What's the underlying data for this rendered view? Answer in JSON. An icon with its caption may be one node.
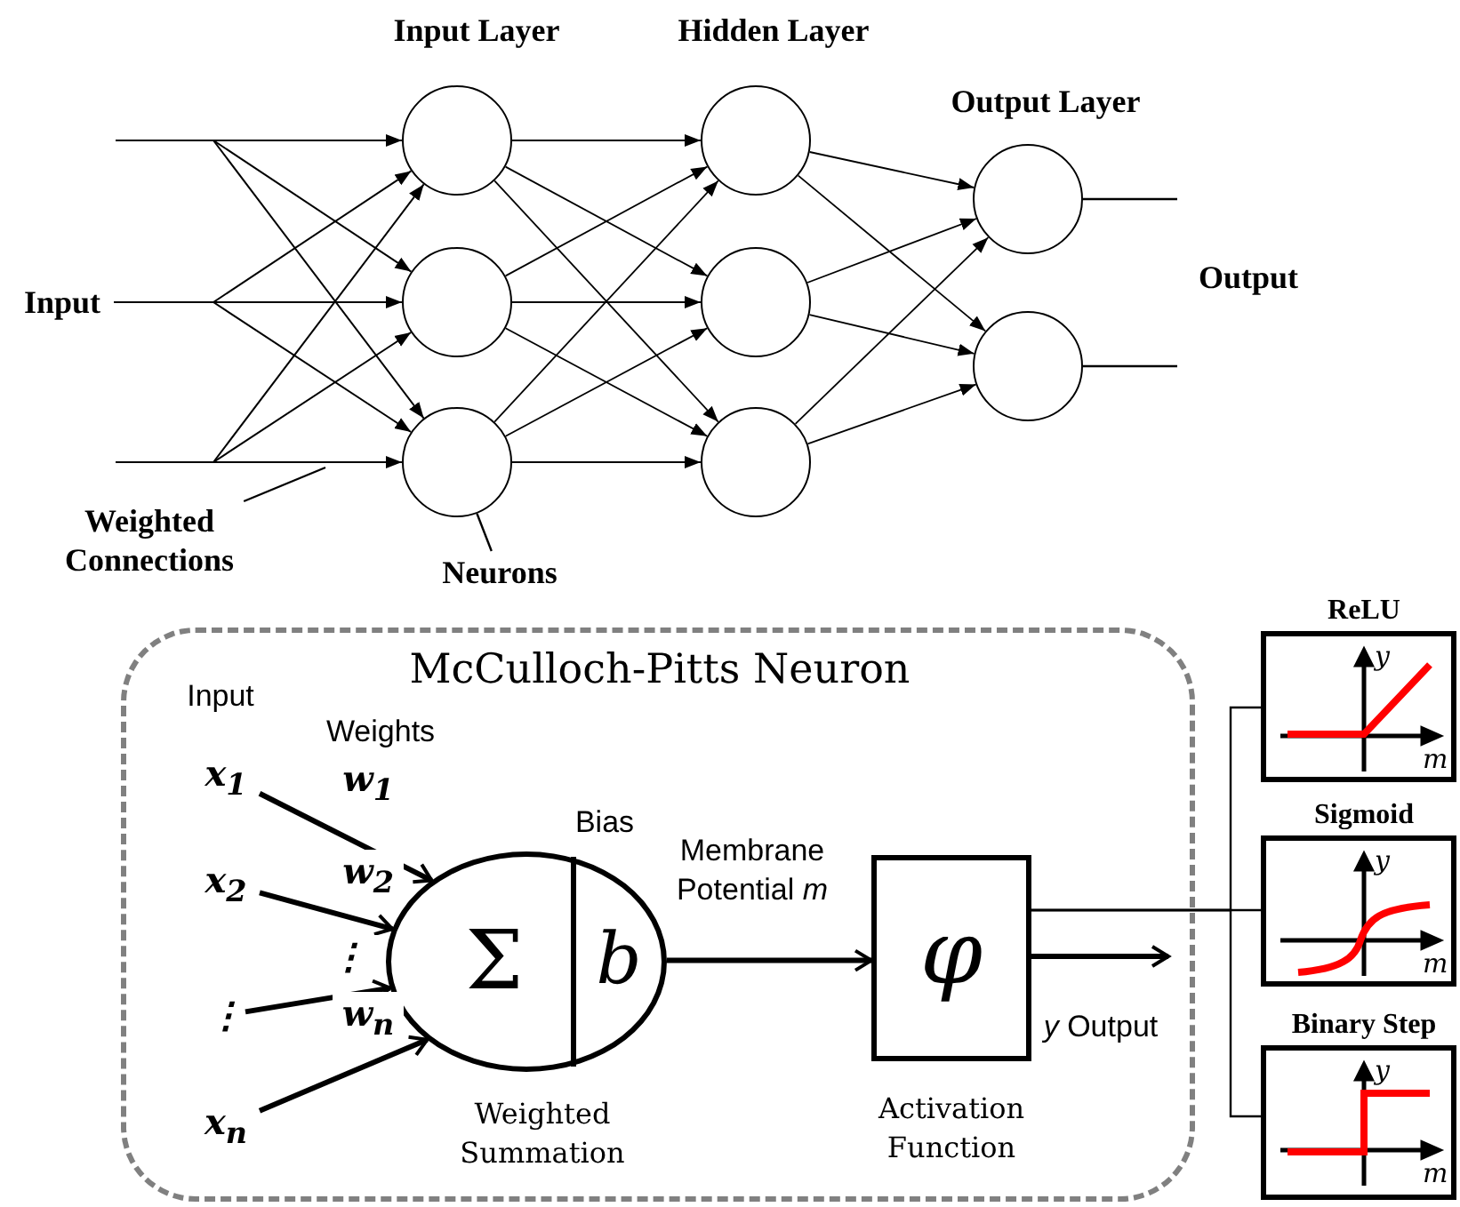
{
  "diagram": {
    "nodes": [
      {
        "text": [],
        "shape": "circle"
      },
      {
        "text": [],
        "shape": "circle"
      },
      {
        "text": [],
        "shape": "circle"
      },
      {
        "text": [],
        "shape": "circle"
      },
      {
        "text": [],
        "shape": "circle"
      },
      {
        "text": [],
        "shape": "circle"
      },
      {
        "text": [],
        "shape": "circle"
      },
      {
        "text": [],
        "shape": "circle"
      },
      {
        "text": [
          "Weighted Connections"
        ]
      },
      {
        "text": [
          "Neurons"
        ]
      },
      {
        "text": [
          "McCulloch-Pitts Neuron"
        ]
      },
      {
        "text": [
          "x$_{1}$"
        ],
        "in": 10
      },
      {
        "text": [
          "x$_{2}$"
        ],
        "in": 10
      },
      {
        "text": [
          "⋮"
        ],
        "in": 10
      },
      {
        "text": [
          "x$_{n}$"
        ],
        "in": 10
      },
      {
        "text": [
          "Σ",
          "b"
        ],
        "beside": [
          "Bias",
          "Weighted Summation"
        ],
        "in": 10
      },
      {
        "text": [
          "φ"
        ],
        "beside": [
          "Activation Function"
        ],
        "in": 10
      },
      {
        "text": [
          "ReLU",
          "y",
          "m"
        ]
      },
      {
        "text": [
          "Sigmoid",
          "y",
          "m"
        ]
      },
      {
        "text": [
          "Binary Step",
          "y",
          "m"
        ]
      },
      {
        "text": [
          "Input"
        ]
      }
    ],
    "edges": [
      {
        "from": null,
        "to": 0,
        "arrow": "to"
      },
      {
        "from": null,
        "to": 1,
        "arrow": "to"
      },
      {
        "from": null,
        "to": 2,
        "arrow": "to"
      },
      {
        "from": 20,
        "to": 0,
        "arrow": "to"
      },
      {
        "from": 20,
        "to": 1,
        "arrow": "to"
      },
      {
        "from": 20,
        "to": 2,
        "arrow": "to"
      },
      {
        "from": null,
        "to": 0,
        "arrow": "to"
      },
      {
        "from": null,
        "to": 1,
        "arrow": "to"
      },
      {
        "from": null,
        "to": 2,
        "arrow": "to"
      },
      {
        "from": 0,
        "to": 3,
        "arrow": "to"
      },
      {
        "from": 0,
        "to": 4,
        "arrow": "to"
      },
      {
        "from": 0,
        "to": 5,
        "arrow": "to"
      },
      {
        "from": 1,
        "to": 3,
        "arrow": "to"
      },
      {
        "from": 1,
        "to": 4,
        "arrow": "to"
      },
      {
        "from": 1,
        "to": 5,
        "arrow": "to"
      },
      {
        "from": 2,
        "to": 3,
        "arrow": "to"
      },
      {
        "from": 2,
        "to": 4,
        "arrow": "to"
      },
      {
        "from": 2,
        "to": 5,
        "arrow": "to"
      },
      {
        "from": 3,
        "to": 6,
        "arrow": "to"
      },
      {
        "from": 3,
        "to": 7,
        "arrow": "to"
      },
      {
        "from": 4,
        "to": 6,
        "arrow": "to"
      },
      {
        "from": 4,
        "to": 7,
        "arrow": "to"
      },
      {
        "from": 5,
        "to": 6,
        "arrow": "to"
      },
      {
        "from": 5,
        "to": 7,
        "arrow": "to"
      },
      {
        "from": 6,
        "to": null,
        "arrow": "none"
      },
      {
        "from": 7,
        "to": null,
        "arrow": "none"
      },
      {
        "from": 8,
        "to": null,
        "arrow": "none"
      },
      {
        "from": 9,
        "to": 2,
        "arrow": "none"
      },
      {
        "from": 11,
        "to": 15,
        "arrow": "to",
        "label": "w$_{1}$",
        "style": "thick"
      },
      {
        "from": 12,
        "to": 15,
        "arrow": "to",
        "label": "w$_{2}$",
        "style": "thick"
      },
      {
        "from": 13,
        "to": 15,
        "arrow": "to",
        "label": "⋮",
        "style": "thick"
      },
      {
        "from": 14,
        "to": 15,
        "arrow": "to",
        "label": "w$_{n}$",
        "style": "thick"
      },
      {
        "from": 15,
        "to": 16,
        "arrow": "to",
        "label": "Membrane Potential *m*",
        "style": "thick"
      },
      {
        "from": 16,
        "to": null,
        "arrow": "to",
        "label": "*y* Output",
        "style": "thick"
      },
      {
        "from": 16,
        "to": 17,
        "arrow": "none"
      },
      {
        "from": 16,
        "to": 18,
        "arrow": "none"
      },
      {
        "from": 16,
        "to": 19,
        "arrow": "none"
      }
    ],
    "labels": [
      "Input Layer",
      "Hidden Layer",
      "Output Layer",
      "Output",
      "Input",
      "Weights"
    ]
  }
}
